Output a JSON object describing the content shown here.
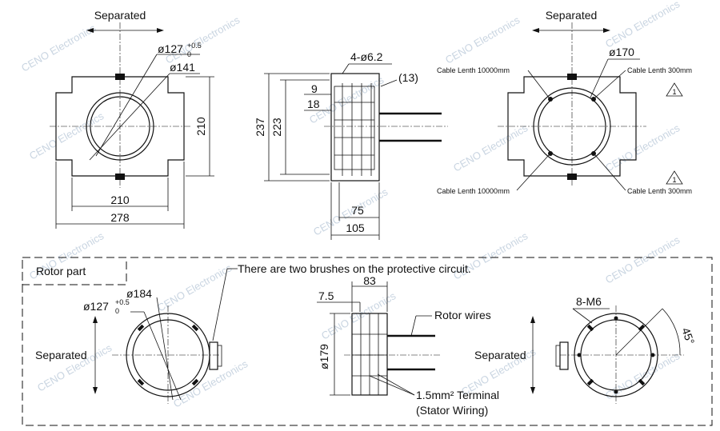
{
  "labels": {
    "separated": "Separated",
    "rotor_part": "Rotor part",
    "brush_note": "There are two brushes on the protective circuit.",
    "rotor_wires": "Rotor wires",
    "terminal_1": "1.5mm² Terminal",
    "terminal_2": "(Stator Wiring)",
    "cable_10000": "Cable Lenth 10000mm",
    "cable_300": "Cable Lenth 300mm",
    "warning_num": "1"
  },
  "dims": {
    "d127": "ø127",
    "tol_plus": "+0.5",
    "tol_zero": "0",
    "d141": "ø141",
    "d210_v": "210",
    "d210_h": "210",
    "d278": "278",
    "holes_4": "4-ø6.2",
    "d13": "(13)",
    "d9": "9",
    "d18": "18",
    "d237": "237",
    "d223": "223",
    "d75": "75",
    "d105": "105",
    "d170": "ø170",
    "d184": "ø184",
    "d83": "83",
    "d7_5": "7.5",
    "d179": "ø179",
    "holes_8": "8-M6",
    "angle45": "45°"
  },
  "watermark": "CENO Electronics"
}
